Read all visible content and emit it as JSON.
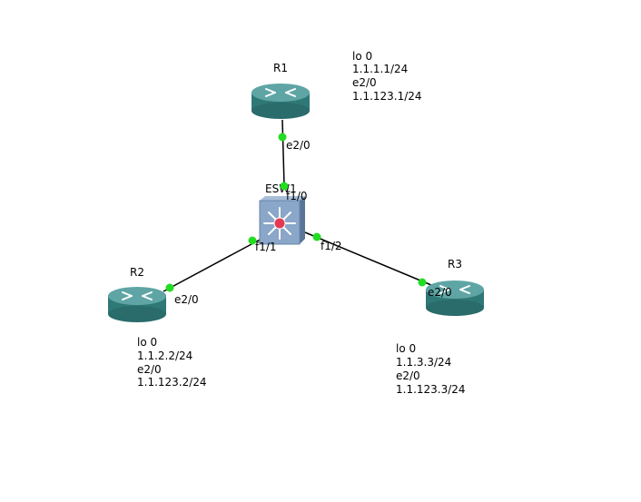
{
  "colors": {
    "link": "#000000",
    "port_dot": "#22dd22",
    "router_top": "#5fa5a5",
    "router_side": "#2f7878",
    "switch_face": "#8aa6c8",
    "switch_side": "#5a7498",
    "switch_hub": "#e23a52"
  },
  "devices": {
    "r1": {
      "name": "R1",
      "type": "router"
    },
    "r2": {
      "name": "R2",
      "type": "router"
    },
    "r3": {
      "name": "R3",
      "type": "router"
    },
    "esw1": {
      "name": "ESW1",
      "type": "switch"
    }
  },
  "links": [
    {
      "from": "esw1",
      "from_port": "f1/0",
      "to": "r1",
      "to_port": "e2/0"
    },
    {
      "from": "esw1",
      "from_port": "f1/1",
      "to": "r2",
      "to_port": "e2/0"
    },
    {
      "from": "esw1",
      "from_port": "f1/2",
      "to": "r3",
      "to_port": "e2/0"
    }
  ],
  "ports": {
    "r1_e2_0": "e2/0",
    "esw1_f1_0": "f1/0",
    "esw1_f1_1": "f1/1",
    "esw1_f1_2": "f1/2",
    "r2_e2_0": "e2/0",
    "r3_e2_0": "e2/0"
  },
  "notes": {
    "r1": [
      "lo 0",
      "1.1.1.1/24",
      "e2/0",
      "1.1.123.1/24"
    ],
    "r2": [
      "lo 0",
      "1.1.2.2/24",
      "e2/0",
      "1.1.123.2/24"
    ],
    "r3": [
      "lo 0",
      "1.1.3.3/24",
      "e2/0",
      "1.1.123.3/24"
    ]
  }
}
